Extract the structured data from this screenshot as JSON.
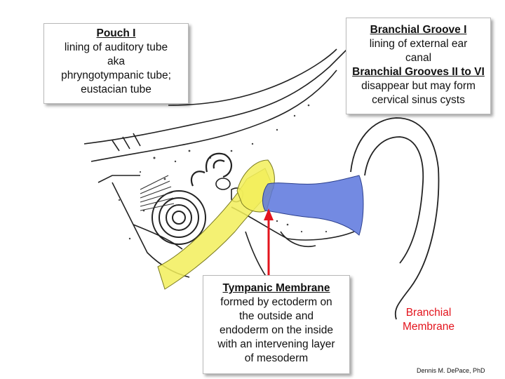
{
  "pouch": {
    "heading": "Pouch I",
    "lines": [
      "lining of auditory tube",
      "aka",
      "phryngotympanic tube;",
      "eustacian tube"
    ]
  },
  "groove": {
    "heading1": "Branchial Groove I",
    "lines1": [
      "lining of external ear",
      "canal"
    ],
    "heading2": "Branchial Grooves II to VI",
    "lines2": [
      "disappear but may form",
      "cervical sinus cysts"
    ]
  },
  "tympanic": {
    "heading": "Tympanic Membrane",
    "lines": [
      "formed by ectoderm on",
      "the outside and",
      "endoderm on the inside",
      "with an intervening layer",
      "of mesoderm"
    ]
  },
  "membrane_label": [
    "Branchial",
    "Membrane"
  ],
  "credit": "Dennis M. DePace, PhD",
  "colors": {
    "endoderm_yellow": "#f2ee5a",
    "ectoderm_blue": "#5a76dd",
    "membrane_red": "#e3141d"
  }
}
